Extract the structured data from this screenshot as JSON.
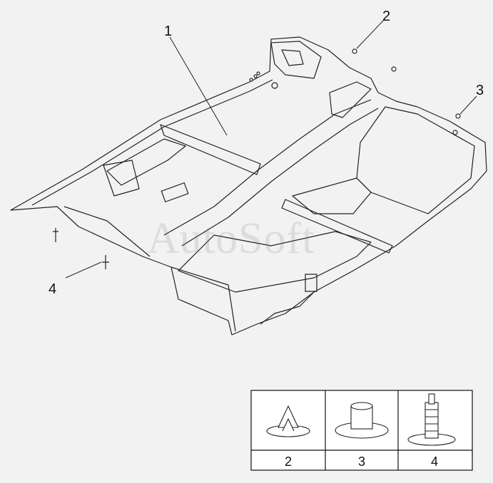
{
  "diagram": {
    "callouts": {
      "c1": "1",
      "c2": "2",
      "c3": "3",
      "c4": "4"
    },
    "watermark": "AutoSoft",
    "parts_table": [
      "2",
      "3",
      "4"
    ]
  }
}
